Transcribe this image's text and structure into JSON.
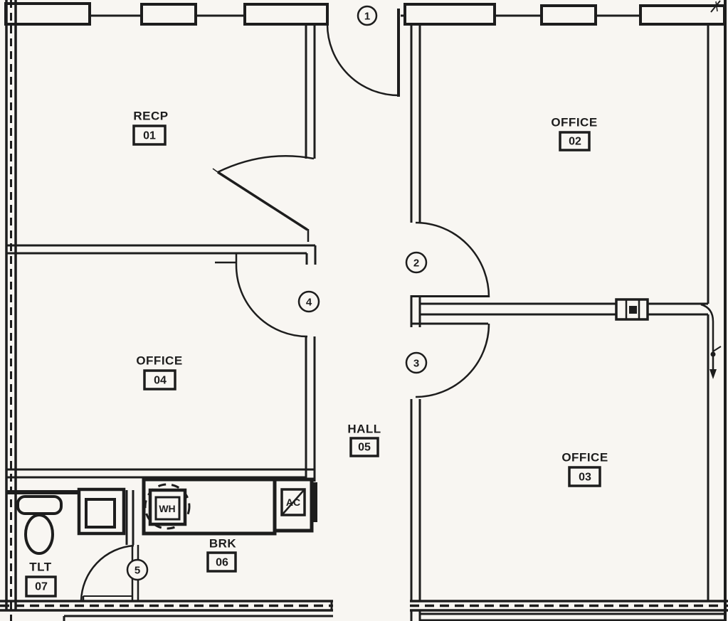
{
  "title": "office suite floor plan",
  "colors": {
    "ink": "#1d1d1d",
    "paper": "#f8f6f2"
  },
  "rooms": {
    "recp": {
      "name": "RECP",
      "number": "01"
    },
    "office02": {
      "name": "OFFICE",
      "number": "02"
    },
    "office03": {
      "name": "OFFICE",
      "number": "03"
    },
    "office04": {
      "name": "OFFICE",
      "number": "04"
    },
    "hall": {
      "name": "HALL",
      "number": "05"
    },
    "brk": {
      "name": "BRK",
      "number": "06"
    },
    "tlt": {
      "name": "TLT",
      "number": "07"
    }
  },
  "doors": {
    "d1": "1",
    "d2": "2",
    "d3": "3",
    "d4": "4",
    "d5": "5"
  },
  "equipment": {
    "water_heater": "WH",
    "air_conditioner": "AC"
  }
}
